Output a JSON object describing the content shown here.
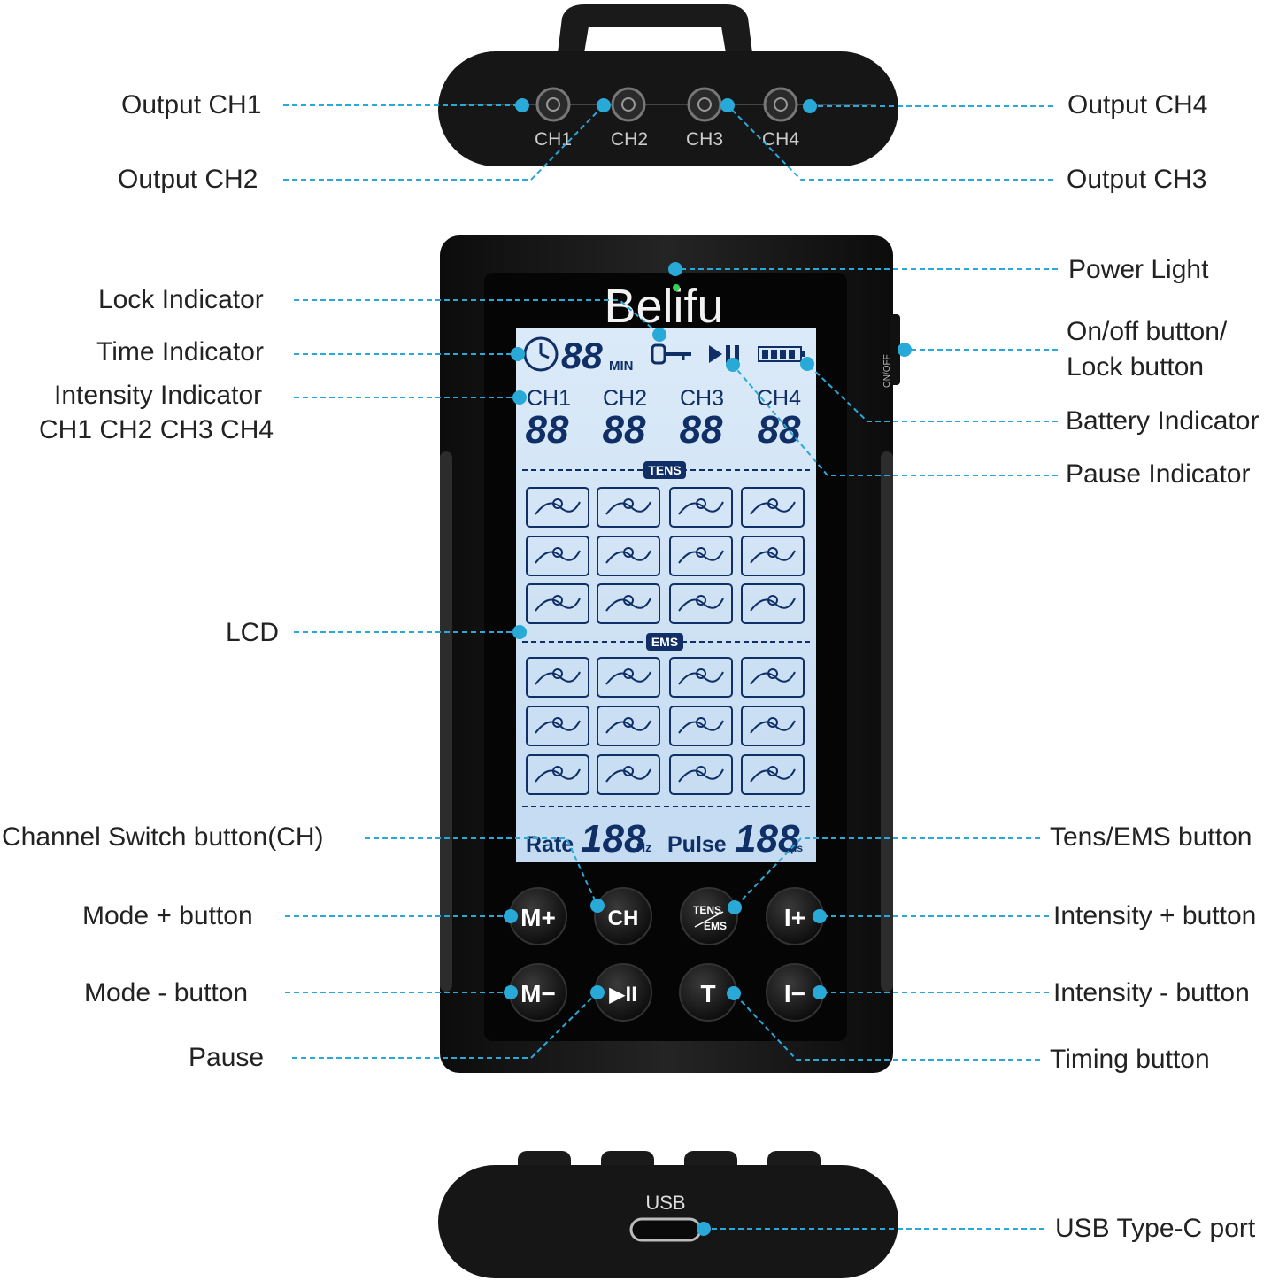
{
  "brand": "Belifu",
  "colors": {
    "leader": "#29a9d8",
    "body": "#151515",
    "lcd": "#cfe3f5",
    "lcd_ink": "#0f2f66"
  },
  "top_ports": [
    "CH1",
    "CH2",
    "CH3",
    "CH4"
  ],
  "side_switch": "ON/OFF",
  "lcd": {
    "timer": "88",
    "timer_unit": "MIN",
    "channels": [
      "CH1",
      "CH2",
      "CH3",
      "CH4"
    ],
    "channel_value": "88",
    "tens_tag": "TENS",
    "ems_tag": "EMS",
    "rate_label": "Rate",
    "rate_value": "188",
    "rate_unit": "Hz",
    "pulse_label": "Pulse",
    "pulse_value": "188",
    "pulse_unit": "μs"
  },
  "keys": {
    "m_plus": "M+",
    "ch": "CH",
    "tens": "TENS",
    "ems": "EMS",
    "i_plus": "I+",
    "m_minus": "M−",
    "pause": "▶II",
    "t": "T",
    "i_minus": "I−"
  },
  "bottom_port": "USB",
  "labels": {
    "output_ch1": "Output CH1",
    "output_ch2": "Output CH2",
    "output_ch3": "Output CH3",
    "output_ch4": "Output CH4",
    "power_light": "Power Light",
    "lock_indicator": "Lock Indicator",
    "onoff_line1": "On/off button/",
    "onoff_line2": "Lock button",
    "time_indicator": "Time Indicator",
    "intensity_line1": "Intensity Indicator",
    "intensity_line2": "CH1 CH2 CH3 CH4",
    "battery_indicator": "Battery Indicator",
    "pause_indicator": "Pause Indicator",
    "lcd": "LCD",
    "channel_switch": "Channel Switch button(CH)",
    "tens_ems_button": "Tens/EMS button",
    "mode_plus": "Mode + button",
    "intensity_plus": "Intensity + button",
    "mode_minus": "Mode -  button",
    "intensity_minus": "Intensity - button",
    "pause": "Pause",
    "timing_button": "Timing button",
    "usb_port": "USB Type-C port"
  }
}
